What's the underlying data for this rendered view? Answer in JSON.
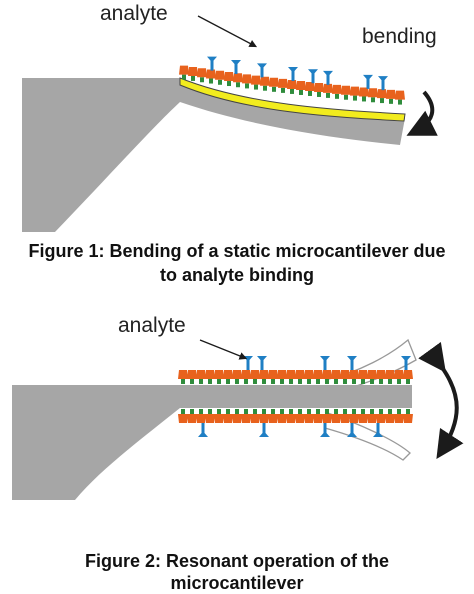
{
  "figure1": {
    "analyte_label": "analyte",
    "bending_label": "bending",
    "caption_line1": "Figure 1: Bending of a static microcantilever due",
    "caption_line2": "to analyte binding"
  },
  "figure2": {
    "analyte_label": "analyte",
    "caption_line1": "Figure 2: Resonant operation of the",
    "caption_line2": "microcantilever"
  },
  "colors": {
    "cantilever": "#a6a6a6",
    "gold_layer": "#f2ec1e",
    "receptor_orange": "#e8621d",
    "receptor_green": "#2f8c3c",
    "analyte_blue": "#1f7fc4",
    "arrow": "#1b1b1b"
  },
  "icons": {
    "bending_arrow": "curved-arrow-down-icon",
    "oscillation_arrow": "double-headed-curved-arrow-icon"
  }
}
